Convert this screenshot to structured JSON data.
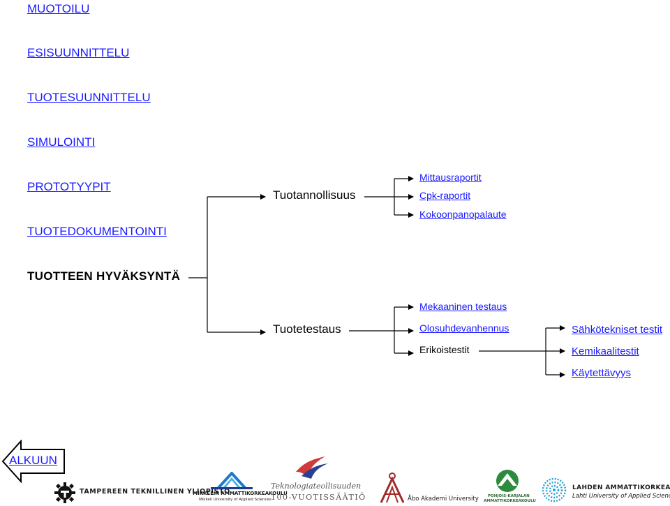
{
  "nav": {
    "muotoilu": "MUOTOILU",
    "esisuunnittelu": "ESISUUNNITTELU",
    "tuotesuunnittelu": "TUOTESUUNNITTELU",
    "simulointi": "SIMULOINTI",
    "prototyypit": "PROTOTYYPIT",
    "tuotedokumentointi": "TUOTEDOKUMENTOINTI"
  },
  "main_title": "TUOTTEEN HYVÄKSYNTÄ",
  "branches": {
    "tuotannollisuus": {
      "label": "Tuotannollisuus",
      "items": [
        "Mittausraportit",
        "Cpk-raportit",
        "Kokoonpanopalaute"
      ]
    },
    "tuotetestaus": {
      "label": "Tuotetestaus",
      "items": [
        "Mekaaninen testaus",
        "Olosuhdevanhennus",
        "Erikoistestit"
      ],
      "sub_items": [
        "Sähkötekniset testit",
        "Kemikaalitestit",
        "Käytettävyys"
      ]
    }
  },
  "back_button": "ALKUUN",
  "logos": {
    "tty": "TAMPEREEN TEKNILLINEN YLIOPISTO",
    "mikkeli_1": "MIKKELIN AMMATTIKORKEAKOULU",
    "mikkeli_2": "Mikkeli University of Applied Sciences",
    "tek_1": "Teknologiateollisuuden",
    "tek_2": "100-VUOTISSÄÄTIÖ",
    "abo": "Åbo Akademi University",
    "pk_1": "POHJOIS-KARJALAN",
    "pk_2": "AMMATTIKORKEAKOULU",
    "lahti_1": "LAHDEN AMMATTIKORKEAKOULU",
    "lahti_2": "Lahti University of Applied Sciences"
  },
  "colors": {
    "link": "#1a1aff",
    "text": "#000000",
    "arrow_fill": "#ffffff"
  }
}
